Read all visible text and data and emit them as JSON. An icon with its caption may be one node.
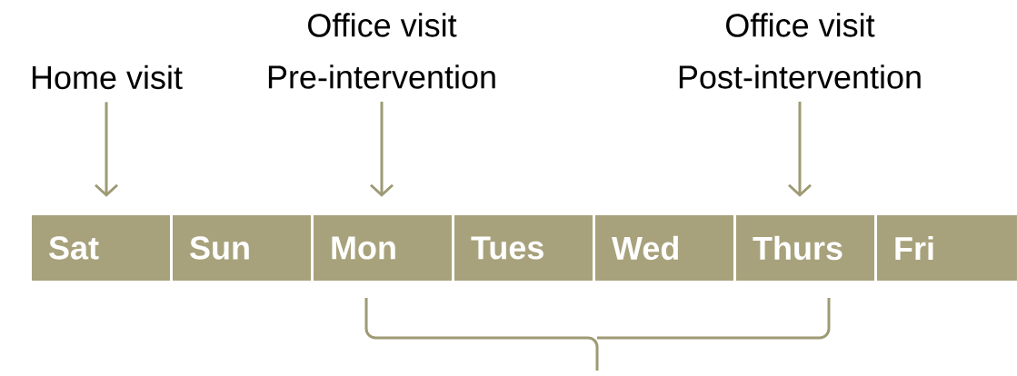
{
  "diagram": {
    "nodes": [
      {
        "text": [
          "Home visit"
        ]
      },
      {
        "text": [
          "Office visit",
          "Pre-intervention"
        ]
      },
      {
        "text": [
          "Office visit",
          "Post-intervention"
        ]
      },
      {
        "text": [
          "Sat"
        ]
      },
      {
        "text": [
          "Sun"
        ]
      },
      {
        "text": [
          "Mon"
        ]
      },
      {
        "text": [
          "Tues"
        ]
      },
      {
        "text": [
          "Wed"
        ]
      },
      {
        "text": [
          "Thurs"
        ]
      },
      {
        "text": [
          "Fri"
        ]
      }
    ],
    "edges": [
      {
        "from": 0,
        "to": 3,
        "arrow": "to"
      },
      {
        "from": 1,
        "to": 5,
        "arrow": "to"
      },
      {
        "from": 2,
        "to": 8,
        "arrow": "to"
      }
    ]
  }
}
